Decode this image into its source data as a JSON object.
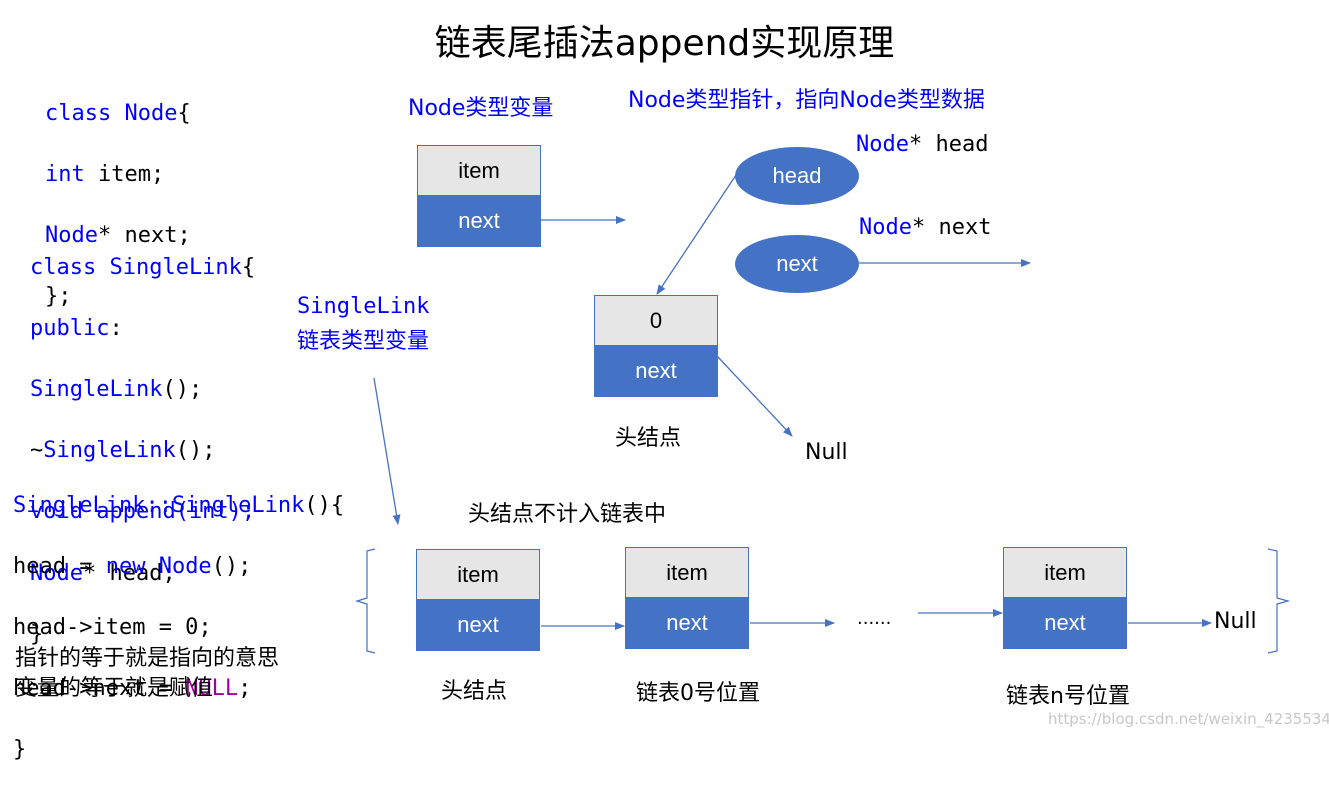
{
  "title": "链表尾插法append实现原理",
  "code_node": {
    "line1_kw": "class Node",
    "line1_rest": "{",
    "line2_kw": "int",
    "line2_rest": " item;",
    "line3_kw": "Node",
    "line3_rest": "* next;",
    "line4": "};"
  },
  "code_singlelink": {
    "line1_kw": "class SingleLink",
    "line1_rest": "{",
    "line2_kw": "public",
    "line2_rest": ":",
    "line3_kw": "SingleLink",
    "line3_rest": "();",
    "line4_pre": "~",
    "line4_kw": "SingleLink",
    "line4_rest": "();",
    "line5_kw": "void append(int);",
    "line6_kw": "Node",
    "line6_rest": "* head;",
    "line7": "}"
  },
  "code_ctor": {
    "line1_kw": "SingleLink::SingleLink",
    "line1_rest": "(){",
    "line2_pre": "head = ",
    "line2_kw": "new Node",
    "line2_rest": "();",
    "line3": "head->item = 0;",
    "line4_pre": "head->next = ",
    "line4_null": "NULL",
    "line4_rest": ";",
    "line5": "}"
  },
  "notes": {
    "line1": "指针的等于就是指向的意思",
    "line2": "变量的等于就是赋值"
  },
  "labels": {
    "node_var": "Node类型变量",
    "node_ptr": "Node类型指针，指向Node类型数据",
    "head_decl_kw": "Node",
    "head_decl_rest": "* head",
    "next_decl_kw": "Node",
    "next_decl_rest": "* next",
    "singlelink_var_1": "SingleLink",
    "singlelink_var_2": "链表类型变量",
    "head_node": "头结点",
    "null_1": "Null",
    "head_not_counted": "头结点不计入链表中",
    "head_node_bottom": "头结点",
    "pos0": "链表0号位置",
    "posn": "链表n号位置",
    "ellipsis": "......",
    "null_2": "Null"
  },
  "nodes": {
    "field_item": "item",
    "field_next": "next",
    "head_item_value": "0"
  },
  "ellipses": {
    "head": "head",
    "next": "next"
  },
  "watermark": "https://blog.csdn.net/weixin_42355349"
}
